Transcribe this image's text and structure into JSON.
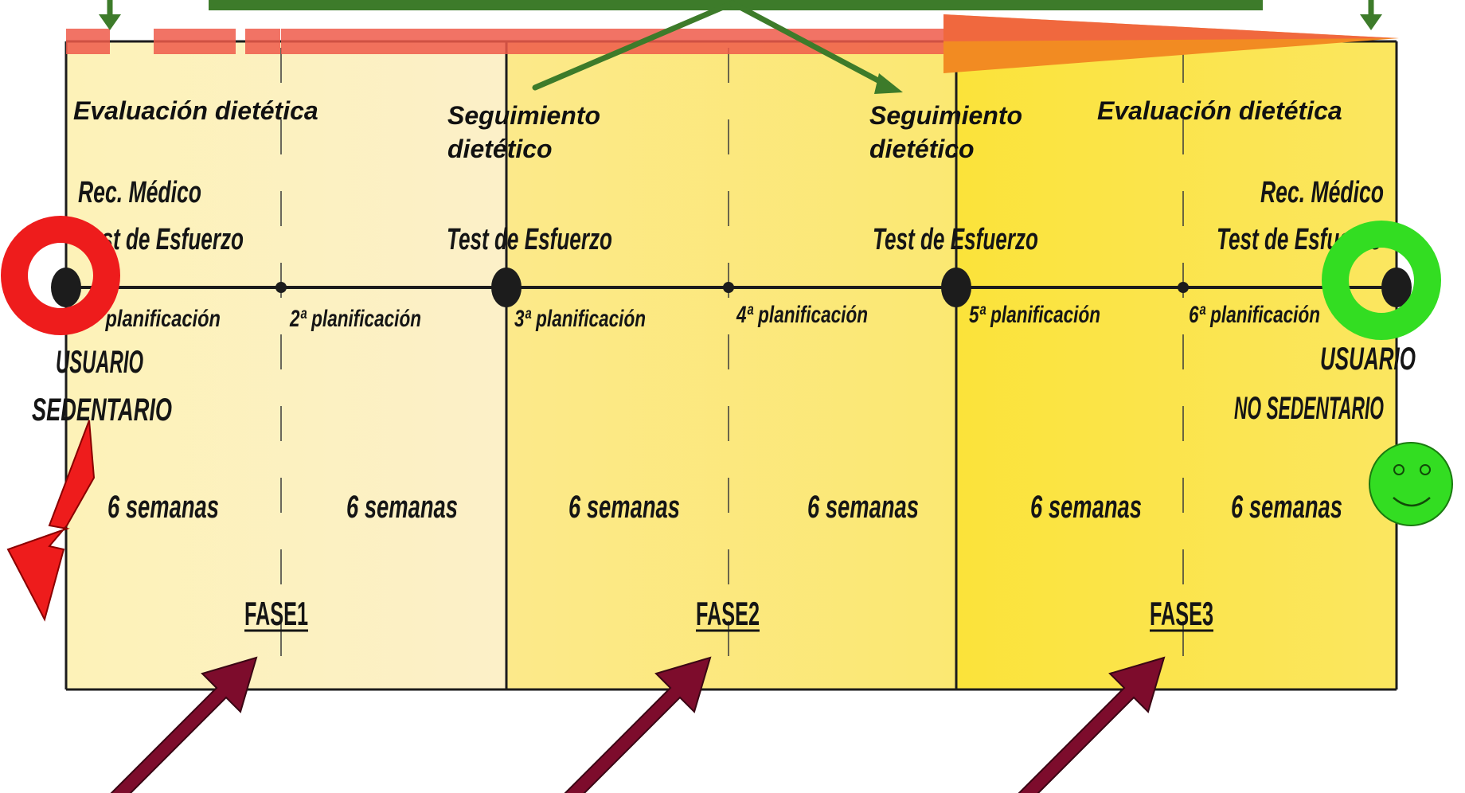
{
  "colors": {
    "fase1": "#fdf2b8",
    "fase2": "#fbe97a",
    "fase3": "#fbe43f",
    "timeline": "#1c1c1c",
    "progress_bar": "#ef5a4a",
    "progress_head": "#f28b22",
    "green_arrow": "#3d7b2a",
    "maroon_arrow": "#7d0c2c",
    "sad_face": "#ee1c1c",
    "happy_face": "#33dd22",
    "lightning": "#ee1c1c"
  },
  "top_labels": {
    "eval_start": "Evaluación dietética",
    "seg1_line1": "Seguimiento",
    "seg1_line2": "dietético",
    "seg2_line1": "Seguimiento",
    "seg2_line2": "dietético",
    "eval_end": "Evaluación dietética"
  },
  "milestones": {
    "start_line1": "Rec. Médico",
    "start_line2": "Test de Esfuerzo",
    "phase2_start": "Test de Esfuerzo",
    "phase3_start": "Test de Esfuerzo",
    "end_line1": "Rec. Médico",
    "end_line2": "Test de Esfuerzo"
  },
  "planifications": [
    "1ª planificación",
    "2ª planificación",
    "3ª planificación",
    "4ª planificación",
    "5ª planificación",
    "6ª planificación"
  ],
  "durations": [
    "6 semanas",
    "6 semanas",
    "6 semanas",
    "6 semanas",
    "6 semanas",
    "6 semanas"
  ],
  "phases": [
    "FASE1",
    "FASE2",
    "FASE3"
  ],
  "user_start": {
    "line1": "USUARIO",
    "line2": "SEDENTARIO"
  },
  "user_end": {
    "line1": "USUARIO",
    "line2": "NO SEDENTARIO"
  },
  "icons": {
    "sad": "sad-face-icon",
    "happy": "happy-face-icon",
    "lightning": "lightning-icon"
  }
}
